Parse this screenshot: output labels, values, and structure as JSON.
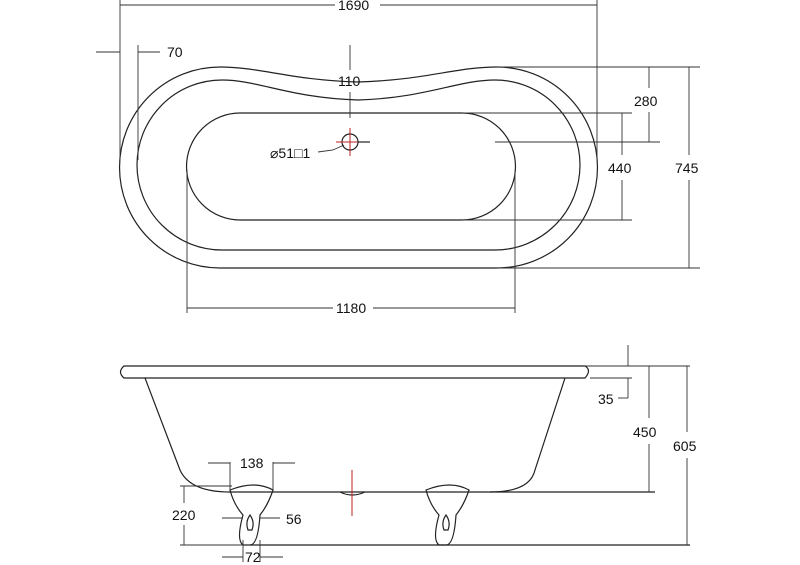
{
  "top_view": {
    "overall_length": "1690",
    "rim_width": "70",
    "rim_dip": "110",
    "rim_to_basin": "280",
    "basin_width": "440",
    "overall_width": "745",
    "basin_length": "1180",
    "waste": "⌀51□1"
  },
  "side_view": {
    "rim_thickness": "35",
    "inner_height": "450",
    "overall_height": "605",
    "foot_top_width": "138",
    "foot_height": "220",
    "foot_neck_width": "56",
    "foot_base_width": "72"
  }
}
